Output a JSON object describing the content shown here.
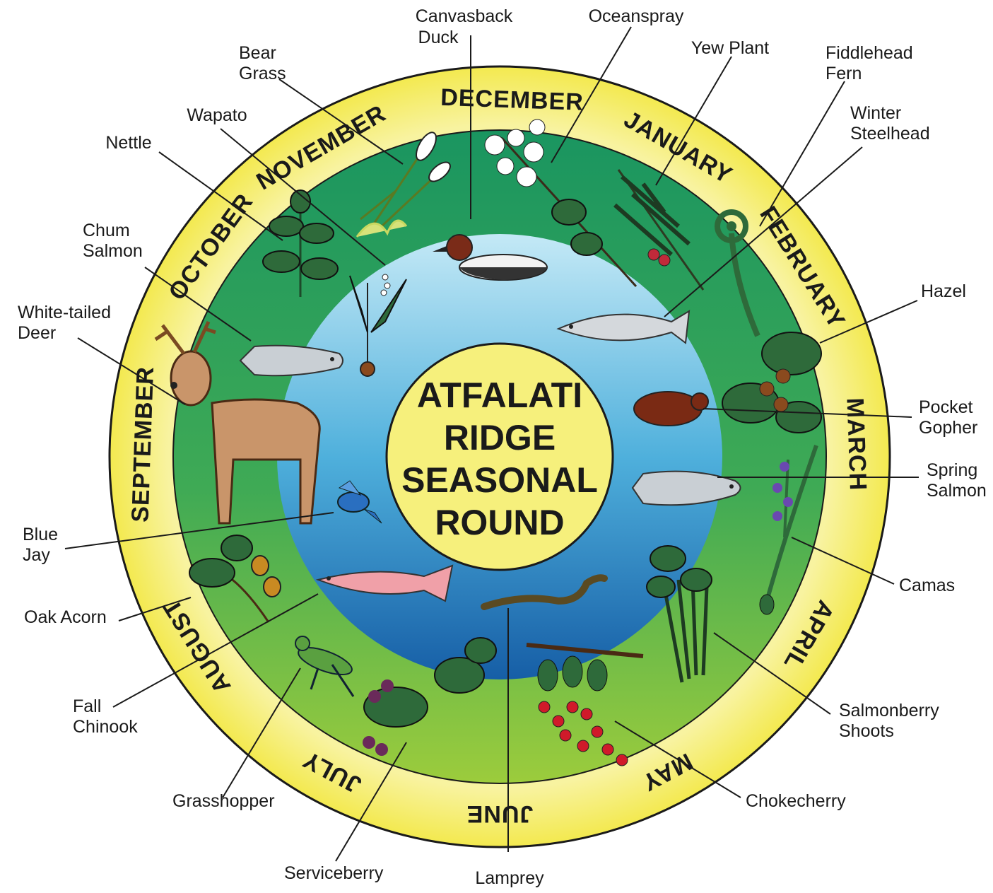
{
  "title_lines": [
    "ATFALATI",
    "RIDGE",
    "SEASONAL",
    "ROUND"
  ],
  "months": [
    "JANUARY",
    "FEBRUARY",
    "MARCH",
    "APRIL",
    "MAY",
    "JUNE",
    "JULY",
    "AUGUST",
    "SEPTEMBER",
    "OCTOBER",
    "NOVEMBER",
    "DECEMBER"
  ],
  "labels": {
    "canvasback_duck": [
      "Canvasback",
      "Duck"
    ],
    "oceanspray": [
      "Oceanspray"
    ],
    "yew_plant": [
      "Yew Plant"
    ],
    "fiddlehead_fern": [
      "Fiddlehead",
      "Fern"
    ],
    "winter_steelhead": [
      "Winter",
      "Steelhead"
    ],
    "bear_grass": [
      "Bear",
      "Grass"
    ],
    "wapato": [
      "Wapato"
    ],
    "nettle": [
      "Nettle"
    ],
    "chum_salmon": [
      "Chum",
      "Salmon"
    ],
    "white_tailed_deer": [
      "White-tailed",
      "Deer"
    ],
    "hazel": [
      "Hazel"
    ],
    "pocket_gopher": [
      "Pocket",
      "Gopher"
    ],
    "spring_salmon": [
      "Spring",
      "Salmon"
    ],
    "blue_jay": [
      "Blue",
      "Jay"
    ],
    "camas": [
      "Camas"
    ],
    "oak_acorn": [
      "Oak Acorn"
    ],
    "fall_chinook": [
      "Fall",
      "Chinook"
    ],
    "salmonberry_shoots": [
      "Salmonberry",
      "Shoots"
    ],
    "grasshopper": [
      "Grasshopper"
    ],
    "chokecherry": [
      "Chokecherry"
    ],
    "serviceberry": [
      "Serviceberry"
    ],
    "lamprey": [
      "Lamprey"
    ]
  },
  "colors": {
    "ring_outer": "#f7f08a",
    "ring_stroke": "#1a1a1a",
    "land_top": "#1d9a5f",
    "land_bottom": "#8fc840",
    "water_top": "#bfe6f5",
    "water_bottom": "#1b6fb0",
    "center": "#f6f07c"
  }
}
